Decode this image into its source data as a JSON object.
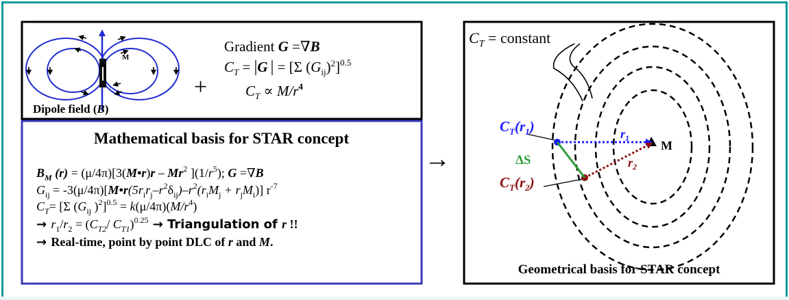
{
  "dipole": {
    "magnet_label": "M",
    "caption_prefix": "Dipole field (",
    "caption_symbol": "B",
    "caption_suffix": ")"
  },
  "plus": "+",
  "gradient": {
    "line1_text": "Gradient ",
    "line1_G": "G",
    "line1_rest": " =∇",
    "line1_B": "B",
    "ct_C": "C",
    "ct_T": "T",
    "ct_eq": " = ",
    "ct_bar1": "|",
    "ct_G": "G",
    "ct_bar2": "|",
    "ct_sum": " = [Σ (",
    "ct_Gij": "G",
    "ct_ij": "ij",
    "ct_close": ")",
    "ct_sq": "2",
    "ct_bracket": "]",
    "ct_pow": "0.5",
    "prop_C": "C",
    "prop_T": "T",
    "prop_mid": " ∝ ",
    "prop_M": "M",
    "prop_r": "/r",
    "prop_pow": "4"
  },
  "math": {
    "title": "Mathematical basis for STAR concept",
    "eq1": {
      "B": "B",
      "M_sub": "M",
      "r1": " (r)",
      "a": " = (μ/4π)[3(",
      "Mr": "M•r",
      "b": ")",
      "r2": "r",
      "c": " – ",
      "Mr2": "Mr",
      "sq": "2",
      "d": " ](1/",
      "r3": "r",
      "p5": "5",
      "e": "); ",
      "G": "G",
      "f": " =∇",
      "Bend": "B"
    },
    "eq2": {
      "G": "G",
      "ij": "ij",
      "a": " = -3(μ/4π)[",
      "Mr": "M•r",
      "b": "(5r",
      "i": "i",
      "rj": "r",
      "j": "j",
      "c": "–r",
      "sq": "2",
      "d": "δ",
      "dij": "ij",
      "e": ")–r",
      "sq2": "2",
      "f": "(r",
      "i2": "i",
      "M": "M",
      "j2": "j",
      "g": " + r",
      "j3": "j",
      "M2": "M",
      "i3": "i",
      "h": ")] r",
      "m7": "-7"
    },
    "eq3": {
      "C": "C",
      "T": "T",
      "a": "= [Σ (",
      "G": "G",
      "ij": "ij",
      "b": " )",
      "sq": "2",
      "c": "]",
      "p05": "0.5",
      "d": " = ",
      "k": "k",
      "e": "(μ/4π)(",
      "M": "M",
      "f": "/r",
      "p4": "4",
      "g": ")"
    },
    "eq4": {
      "arrow": "→ ",
      "r1": "r",
      "s1": "1",
      "slash": "/",
      "r2": "r",
      "s2": "2",
      "a": " = (",
      "C1": "C",
      "T2": "T2",
      "b": "/ ",
      "C2": "C",
      "T1": "T1",
      "c": ")",
      "p": "0.25",
      "d": " → Triangulation of ",
      "r": "r",
      "e": " !!"
    },
    "eq5": {
      "arrow": "→ ",
      "a": "Real-time, point by point DLC of ",
      "r": "r",
      "b": " and ",
      "M": "M",
      "c": "."
    }
  },
  "big_arrow": "→",
  "geometry": {
    "constant_C": "C",
    "constant_T": "T",
    "constant_rest": " = constant",
    "ct_r1_C": "C",
    "ct_r1_T": "T",
    "ct_r1_open": "(r",
    "ct_r1_sub": "1",
    "ct_r1_close": ")",
    "ct_r2_C": "C",
    "ct_r2_T": "T",
    "ct_r2_open": "(r",
    "ct_r2_sub": "2",
    "ct_r2_close": ")",
    "r1_r": "r",
    "r1_sub": "1",
    "r2_r": "r",
    "r2_sub": "2",
    "delta_s": "ΔS",
    "magnet": "M",
    "caption": "Geometrical basis for STAR concept"
  },
  "colors": {
    "frame": "#0f9a9a",
    "field_blue": "#1f2bd0",
    "box_blue": "#3a3ab8",
    "r1_blue": "#1a1aff",
    "r2_darkred": "#8b0d0d",
    "delta_green": "#2e9a3a"
  }
}
